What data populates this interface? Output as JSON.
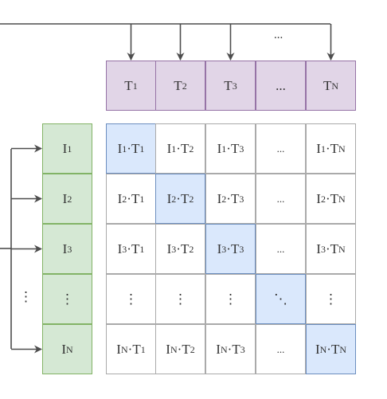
{
  "text_header": [
    {
      "base": "T",
      "sub": "1"
    },
    {
      "base": "T",
      "sub": "2"
    },
    {
      "base": "T",
      "sub": "3"
    },
    {
      "base": "...",
      "sub": ""
    },
    {
      "base": "T",
      "sub": "N"
    }
  ],
  "image_column": [
    {
      "base": "I",
      "sub": "1"
    },
    {
      "base": "I",
      "sub": "2"
    },
    {
      "base": "I",
      "sub": "3"
    },
    {
      "base": "⋮",
      "sub": ""
    },
    {
      "base": "I",
      "sub": "N"
    }
  ],
  "matrix": [
    [
      {
        "parts": [
          [
            "I",
            "1"
          ],
          [
            "T",
            "1"
          ]
        ],
        "diag": true
      },
      {
        "parts": [
          [
            "I",
            "1"
          ],
          [
            "T",
            "2"
          ]
        ]
      },
      {
        "parts": [
          [
            "I",
            "1"
          ],
          [
            "T",
            "3"
          ]
        ]
      },
      {
        "text": "..."
      },
      {
        "parts": [
          [
            "I",
            "1"
          ],
          [
            "T",
            "N"
          ]
        ]
      }
    ],
    [
      {
        "parts": [
          [
            "I",
            "2"
          ],
          [
            "T",
            "1"
          ]
        ]
      },
      {
        "parts": [
          [
            "I",
            "2"
          ],
          [
            "T",
            "2"
          ]
        ],
        "diag": true
      },
      {
        "parts": [
          [
            "I",
            "2"
          ],
          [
            "T",
            "3"
          ]
        ]
      },
      {
        "text": "..."
      },
      {
        "parts": [
          [
            "I",
            "2"
          ],
          [
            "T",
            "N"
          ]
        ]
      }
    ],
    [
      {
        "parts": [
          [
            "I",
            "3"
          ],
          [
            "T",
            "1"
          ]
        ]
      },
      {
        "parts": [
          [
            "I",
            "3"
          ],
          [
            "T",
            "2"
          ]
        ]
      },
      {
        "parts": [
          [
            "I",
            "3"
          ],
          [
            "T",
            "3"
          ]
        ],
        "diag": true
      },
      {
        "text": "..."
      },
      {
        "parts": [
          [
            "I",
            "3"
          ],
          [
            "T",
            "N"
          ]
        ]
      }
    ],
    [
      {
        "text": "⋮"
      },
      {
        "text": "⋮"
      },
      {
        "text": "⋮"
      },
      {
        "text": "⋱",
        "diag": true
      },
      {
        "text": "⋮"
      }
    ],
    [
      {
        "parts": [
          [
            "I",
            "N"
          ],
          [
            "T",
            "1"
          ]
        ]
      },
      {
        "parts": [
          [
            "I",
            "N"
          ],
          [
            "T",
            "2"
          ]
        ]
      },
      {
        "parts": [
          [
            "I",
            "N"
          ],
          [
            "T",
            "3"
          ]
        ]
      },
      {
        "text": "..."
      },
      {
        "parts": [
          [
            "I",
            "N"
          ],
          [
            "T",
            "N"
          ]
        ],
        "diag": true
      }
    ]
  ],
  "top_arrow_dots": "...",
  "left_dots": "⋮",
  "colors": {
    "text_fill": "#e1d5e7",
    "text_stroke": "#9673a6",
    "image_fill": "#d5e8d4",
    "image_stroke": "#82b366",
    "diag_fill": "#dae8fc",
    "diag_stroke": "#6c8ebf",
    "cell_stroke": "#aaaaaa",
    "arrow": "#4d4d4d"
  }
}
